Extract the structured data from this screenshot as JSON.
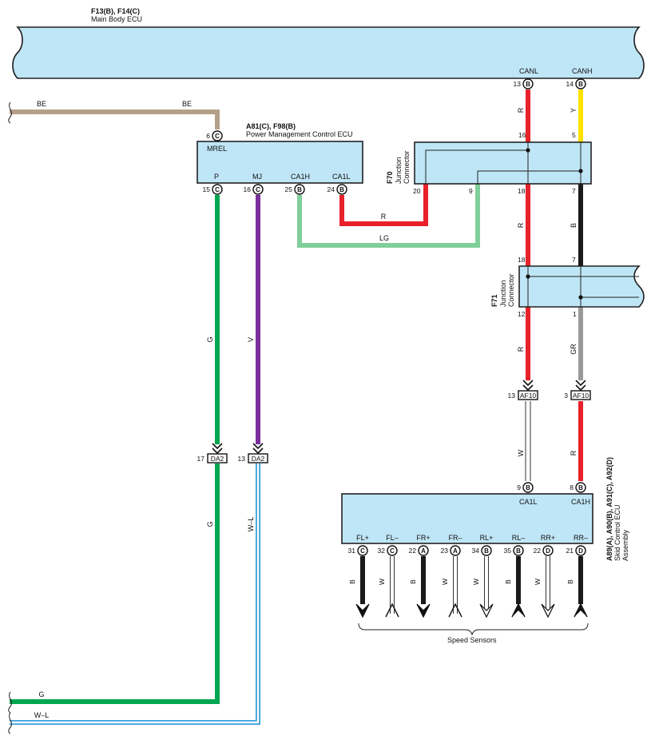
{
  "main_body_ecu": {
    "codes": "F13(B), F14(C)",
    "name": "Main Body ECU",
    "pins": [
      {
        "num": "13",
        "conn": "B",
        "signal": "CANL"
      },
      {
        "num": "14",
        "conn": "B",
        "signal": "CANH"
      }
    ]
  },
  "power_mgmt_ecu": {
    "codes": "A81(C), F98(B)",
    "name": "Power Management Control ECU",
    "top_pin": {
      "num": "6",
      "conn": "C",
      "signal": "MREL"
    },
    "pins": [
      {
        "num": "15",
        "conn": "C",
        "signal": "P"
      },
      {
        "num": "16",
        "conn": "C",
        "signal": "MJ"
      },
      {
        "num": "25",
        "conn": "B",
        "signal": "CA1H"
      },
      {
        "num": "24",
        "conn": "B",
        "signal": "CA1L"
      }
    ]
  },
  "junction_f70": {
    "code": "F70",
    "name_line1": "Junction",
    "name_line2": "Connector",
    "top_pins": [
      "16",
      "5"
    ],
    "bottom_pins": [
      "20",
      "9",
      "18",
      "7"
    ]
  },
  "junction_f71": {
    "code": "F71",
    "name_line1": "Junction",
    "name_line2": "Connector",
    "top_pins": [
      "18",
      "7"
    ],
    "bottom_pins": [
      "12",
      "1"
    ]
  },
  "connectors": {
    "af10_left": {
      "num": "13",
      "name": "AF10"
    },
    "af10_right": {
      "num": "3",
      "name": "AF10"
    },
    "da2_left": {
      "num": "17",
      "name": "DA2"
    },
    "da2_right": {
      "num": "13",
      "name": "DA2"
    }
  },
  "skid_ecu": {
    "codes": "A89(A), A90(B), A91(C), A92(D)",
    "name_line1": "Skid Control ECU",
    "name_line2": "Assembly",
    "top_pins": [
      {
        "num": "9",
        "conn": "B",
        "signal": "CA1L"
      },
      {
        "num": "8",
        "conn": "B",
        "signal": "CA1H"
      }
    ],
    "pins": [
      {
        "num": "31",
        "conn": "C",
        "signal": "FL+",
        "wire": "B"
      },
      {
        "num": "32",
        "conn": "C",
        "signal": "FL–",
        "wire": "W"
      },
      {
        "num": "22",
        "conn": "A",
        "signal": "FR+",
        "wire": "B"
      },
      {
        "num": "23",
        "conn": "A",
        "signal": "FR–",
        "wire": "W"
      },
      {
        "num": "34",
        "conn": "B",
        "signal": "RL+",
        "wire": "W"
      },
      {
        "num": "35",
        "conn": "B",
        "signal": "RL–",
        "wire": "B"
      },
      {
        "num": "22",
        "conn": "D",
        "signal": "RR+",
        "wire": "W"
      },
      {
        "num": "21",
        "conn": "D",
        "signal": "RR–",
        "wire": "B"
      }
    ],
    "sensors_label": "Speed Sensors"
  },
  "wire_labels": {
    "be_left": "BE",
    "be_right": "BE",
    "canl_top": "R",
    "canh_top": "Y",
    "f70_left_bottom": "R",
    "f70_right_bottom": "B",
    "ca1l_r": "R",
    "ca1h_lg": "LG",
    "f71_left": "R",
    "f71_right": "GR",
    "p_wire": "G",
    "mj_wire": "V",
    "p_wire_low": "G",
    "mj_wire_low": "W–L",
    "af10_left_w": "W",
    "af10_right_r": "R",
    "bottom_g": "G",
    "bottom_wl": "W–L"
  },
  "colors": {
    "box_fill": "#bfe6f7",
    "wire_be": "#b5a08a",
    "wire_r": "#e8212a",
    "wire_y": "#ffe100",
    "wire_b": "#1a1a1a",
    "wire_lg": "#7fcf9a",
    "wire_g": "#00a650",
    "wire_v": "#7b2f9c",
    "wire_gr": "#999999",
    "wire_w": "#ffffff",
    "wire_wl_blue": "#3aa0dd"
  }
}
